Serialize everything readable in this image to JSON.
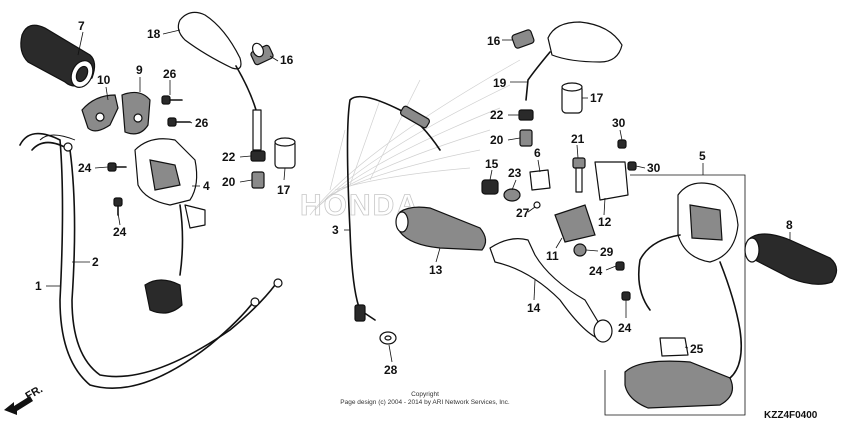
{
  "watermark": {
    "brand": "HONDA"
  },
  "footer": {
    "copyright_title": "Copyright",
    "copyright_text": "Page design (c) 2004 - 2014 by ARI Network Services, Inc.",
    "diagram_code": "KZZ4F0400"
  },
  "direction": {
    "label": "FR."
  },
  "callouts": [
    {
      "id": "c7",
      "number": "7"
    },
    {
      "id": "c18",
      "number": "18"
    },
    {
      "id": "c16a",
      "number": "16"
    },
    {
      "id": "c10",
      "number": "10"
    },
    {
      "id": "c9",
      "number": "9"
    },
    {
      "id": "c26a",
      "number": "26"
    },
    {
      "id": "c26b",
      "number": "26"
    },
    {
      "id": "c22a",
      "number": "22"
    },
    {
      "id": "c20a",
      "number": "20"
    },
    {
      "id": "c17a",
      "number": "17"
    },
    {
      "id": "c24a",
      "number": "24"
    },
    {
      "id": "c4",
      "number": "4"
    },
    {
      "id": "c24b",
      "number": "24"
    },
    {
      "id": "c2",
      "number": "2"
    },
    {
      "id": "c1",
      "number": "1"
    },
    {
      "id": "c3",
      "number": "3"
    },
    {
      "id": "c13",
      "number": "13"
    },
    {
      "id": "c14",
      "number": "14"
    },
    {
      "id": "c28",
      "number": "28"
    },
    {
      "id": "c16b",
      "number": "16"
    },
    {
      "id": "c19",
      "number": "19"
    },
    {
      "id": "c22b",
      "number": "22"
    },
    {
      "id": "c20b",
      "number": "20"
    },
    {
      "id": "c17b",
      "number": "17"
    },
    {
      "id": "c21",
      "number": "21"
    },
    {
      "id": "c15",
      "number": "15"
    },
    {
      "id": "c23",
      "number": "23"
    },
    {
      "id": "c6",
      "number": "6"
    },
    {
      "id": "c27",
      "number": "27"
    },
    {
      "id": "c30a",
      "number": "30"
    },
    {
      "id": "c30b",
      "number": "30"
    },
    {
      "id": "c12",
      "number": "12"
    },
    {
      "id": "c11",
      "number": "11"
    },
    {
      "id": "c29",
      "number": "29"
    },
    {
      "id": "c5",
      "number": "5"
    },
    {
      "id": "c8",
      "number": "8"
    },
    {
      "id": "c24c",
      "number": "24"
    },
    {
      "id": "c24d",
      "number": "24"
    },
    {
      "id": "c25",
      "number": "25"
    }
  ]
}
